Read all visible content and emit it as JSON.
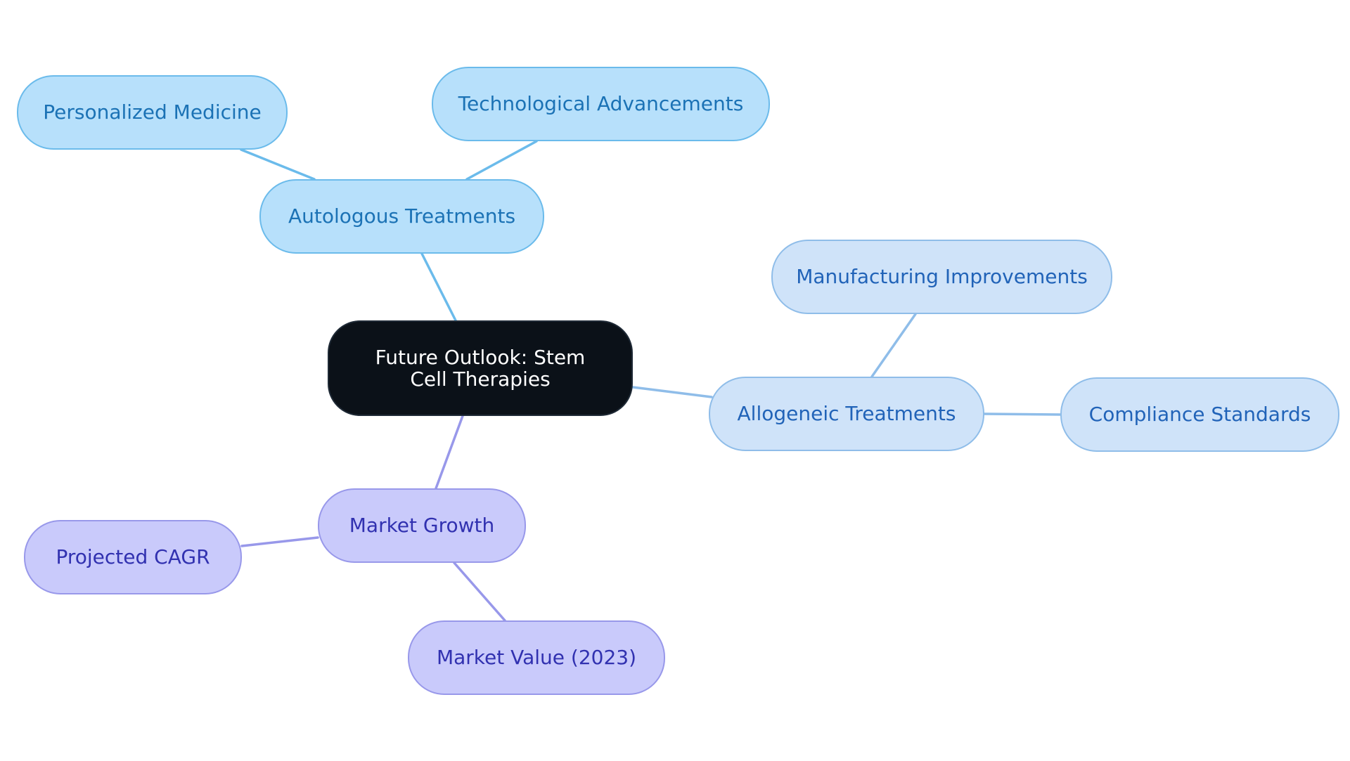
{
  "diagram": {
    "type": "mind-map",
    "colors": {
      "root_fill": "#0b1118",
      "root_text": "#ffffff",
      "autologous_fill": "#b7e0fb",
      "autologous_stroke": "#6bbbeb",
      "autologous_text": "#1b72b5",
      "allogeneic_fill": "#cfe3f9",
      "allogeneic_stroke": "#8fbde9",
      "allogeneic_text": "#2163b8",
      "market_fill": "#c9cafb",
      "market_stroke": "#9898ea",
      "market_text": "#3131b0"
    },
    "root": {
      "label": "Future Outlook: Stem Cell Therapies"
    },
    "branches": [
      {
        "id": "autologous",
        "label": "Autologous Treatments",
        "children": [
          {
            "id": "personalized",
            "label": "Personalized Medicine"
          },
          {
            "id": "technological",
            "label": "Technological Advancements"
          }
        ]
      },
      {
        "id": "allogeneic",
        "label": "Allogeneic Treatments",
        "children": [
          {
            "id": "manufacturing",
            "label": "Manufacturing Improvements"
          },
          {
            "id": "compliance",
            "label": "Compliance Standards"
          }
        ]
      },
      {
        "id": "market",
        "label": "Market Growth",
        "children": [
          {
            "id": "cagr",
            "label": "Projected CAGR"
          },
          {
            "id": "value",
            "label": "Market Value (2023)"
          }
        ]
      }
    ]
  }
}
